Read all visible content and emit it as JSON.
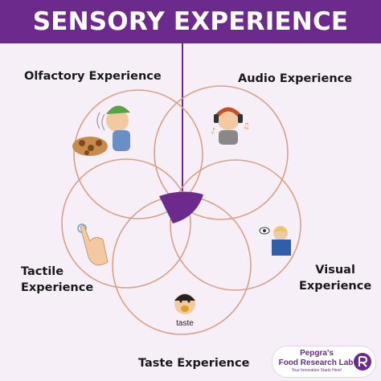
{
  "header": {
    "title": "SENSORY EXPERIENCE"
  },
  "labels": {
    "olfactory": "Olfactory Experience",
    "audio": "Audio Experience",
    "tactile": [
      "Tactile",
      "Experience"
    ],
    "visual": [
      "Visual",
      "Experience"
    ],
    "taste": "Taste Experience"
  },
  "icons": {
    "olfactory": "smelling-food-icon",
    "audio": "headphones-listener-icon",
    "tactile": "touching-hand-icon",
    "visual": "reading-eye-icon",
    "taste": "tasting-face-icon",
    "taste_caption": "taste"
  },
  "logo": {
    "name": "Pepgra's",
    "lab": "Food Research Lab",
    "tagline": "Your Innovation Starts Here!"
  },
  "colors": {
    "header_bg": "#6b2a8c",
    "background": "#f6eff8",
    "circle_stroke": "#d9a088",
    "center_fill": "#6b2a8c",
    "pointer_line": "#6b2a8c"
  }
}
